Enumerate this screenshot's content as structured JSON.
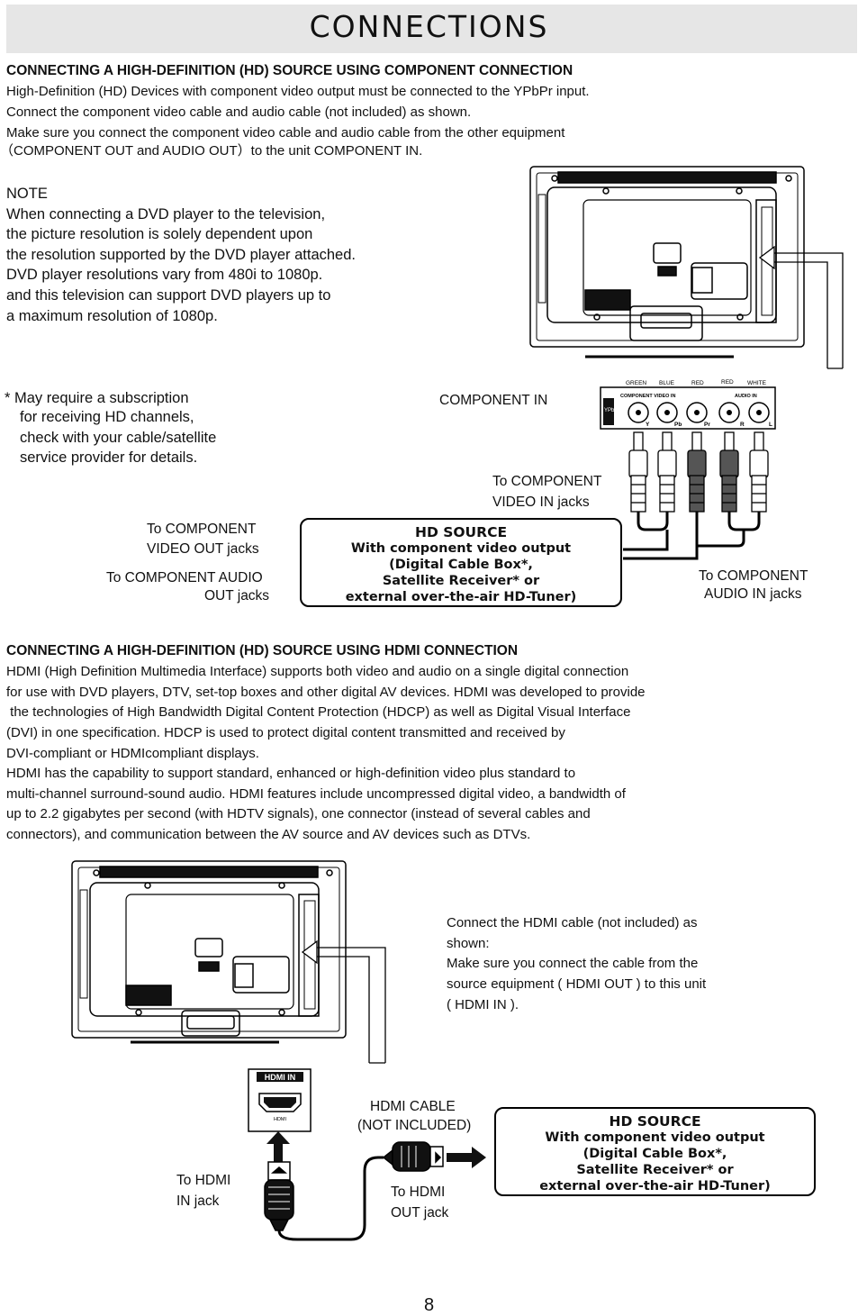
{
  "page": {
    "title": "CONNECTIONS",
    "page_number": "8"
  },
  "component_section": {
    "heading": "CONNECTING A HIGH-DEFINITION (HD) SOURCE USING  COMPONENT CONNECTION",
    "lines": [
      "High-Definition (HD) Devices with component video output must be connected to the YPbPr  input.",
      "Connect the component video cable and audio cable (not included) as shown.",
      "Make sure you connect the component video cable and audio cable from the other equipment",
      "（COMPONENT OUT and AUDIO OUT）to the unit COMPONENT IN."
    ],
    "note_title": "NOTE",
    "note_lines": [
      "When connecting a DVD player to the television,",
      "the picture resolution is solely dependent upon",
      "the resolution supported by the DVD player attached.",
      "DVD player resolutions vary from 480i to 1080p.",
      "and this television can support DVD players up to",
      "a maximum resolution of 1080p."
    ],
    "footnote_lines": [
      "* May require a subscription",
      "for receiving HD channels,",
      "check with your cable/satellite",
      "service provider for details."
    ],
    "component_in_label": "COMPONENT IN",
    "panel": {
      "colors": [
        "GREEN",
        "BLUE",
        "RED",
        "RED",
        "WHITE"
      ],
      "video_label": "COMPONENT VIDEO  IN",
      "audio_label": "AUDIO IN",
      "jack_labels": [
        "Y",
        "Pb",
        "Pr",
        "R",
        "L"
      ],
      "side_label": "YPbPr"
    },
    "to_video_in": [
      "To COMPONENT",
      "VIDEO IN jacks"
    ],
    "to_video_out": [
      "To COMPONENT",
      "VIDEO OUT jacks"
    ],
    "to_audio_out": [
      "To  COMPONENT AUDIO",
      "OUT jacks"
    ],
    "to_audio_in": [
      "To COMPONENT",
      "AUDIO IN jacks"
    ],
    "hd_source_box": [
      "HD SOURCE",
      "With component video output",
      "(Digital Cable Box*,",
      "Satellite Receiver* or",
      "external over-the-air HD-Tuner)"
    ]
  },
  "hdmi_section": {
    "heading": "CONNECTING A HIGH-DEFINITION (HD) SOURCE USING HDMI CONNECTION",
    "lines": [
      "HDMI (High Definition Multimedia Interface) supports both video and audio on a single digital connection",
      "for use with DVD players, DTV, set-top boxes and other digital AV devices. HDMI was developed to provide",
      " the technologies of High Bandwidth Digital Content Protection (HDCP) as well as Digital Visual Interface",
      "(DVI) in one specification. HDCP is used to protect digital content transmitted and received by",
      "DVI-compliant or HDMIcompliant displays.",
      "HDMI has the capability to support standard, enhanced or high-definition video plus standard to",
      "multi-channel surround-sound audio. HDMI features include uncompressed digital video, a bandwidth of",
      "up to 2.2 gigabytes per second (with HDTV signals), one connector (instead of several cables and",
      "connectors), and communication between the AV source and AV devices such as DTVs."
    ],
    "instruction_lines": [
      "Connect the HDMI cable (not included) as",
      "shown:",
      "Make sure you connect the cable from the",
      "source equipment (  HDMI OUT ) to this unit",
      "(  HDMI IN  )."
    ],
    "hdmi_in_tag": "HDMI IN",
    "hdmi_logo": "HDMI",
    "cable_label": [
      "HDMI CABLE",
      "(NOT INCLUDED)"
    ],
    "to_hdmi_in": [
      "To HDMI",
      "IN jack"
    ],
    "to_hdmi_out": [
      "To HDMI",
      "OUT jack"
    ],
    "hd_source_box": [
      "HD SOURCE",
      "With component video output",
      "(Digital Cable Box*,",
      "Satellite Receiver* or",
      "external over-the-air HD-Tuner)"
    ]
  }
}
